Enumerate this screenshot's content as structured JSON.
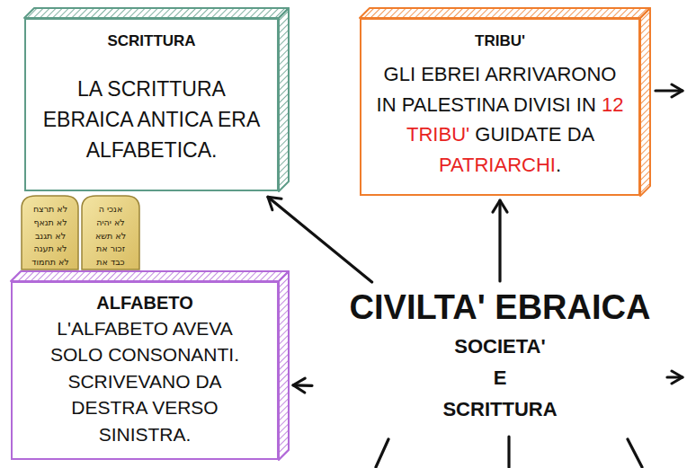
{
  "diagram": {
    "nodes": [
      {
        "text": [
          "SCRITTURA",
          "LA SCRITTURA EBRAICA ANTICA ERA ALFABETICA."
        ]
      },
      {
        "text": [
          "TRIBU'",
          "GLI EBREI ARRIVARONO IN PALESTINA DIVISI IN 12 TRIBU' GUIDATE DA PATRIARCHI."
        ]
      },
      {
        "text": [
          "ALFABETO",
          "L'ALFABETO AVEVA SOLO CONSONANTI. SCRIVEVANO DA DESTRA VERSO SINISTRA."
        ]
      },
      {
        "text": [
          "CIVILTA' EBRAICA",
          "SOCIETA' E SCRITTURA"
        ]
      }
    ],
    "edges": [
      {
        "from": 3,
        "to": 0,
        "arrow": "to"
      },
      {
        "from": 3,
        "to": 1,
        "arrow": "to"
      },
      {
        "from": 3,
        "to": 2,
        "arrow": "to"
      }
    ],
    "labels": [
      "לא תרצח",
      "לא תנאף",
      "לא תגנב",
      "לא תענה",
      "לא תחמוד",
      "אנכי ה",
      "לא יהיה",
      "לא תשא",
      "זכור את",
      "כבד את"
    ]
  }
}
